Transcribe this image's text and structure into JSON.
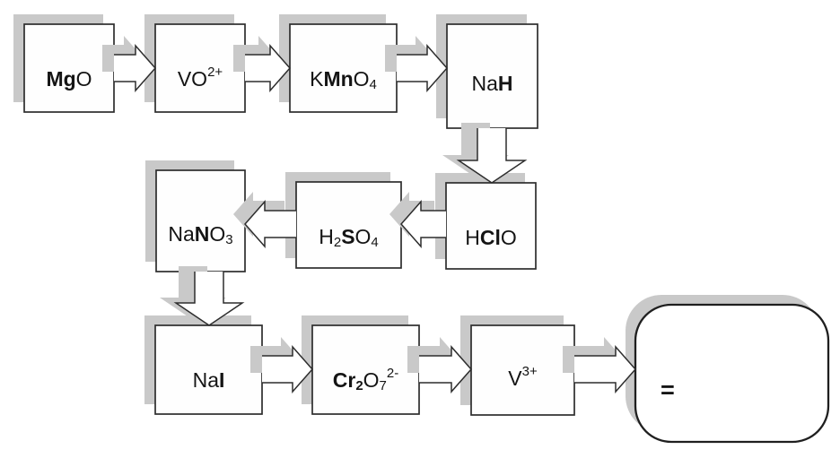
{
  "diagram": {
    "type": "flowchart",
    "nodes": {
      "mgo": {
        "formula": "MgO",
        "segments": [
          {
            "t": "Mg",
            "bold": true
          },
          {
            "t": "O"
          }
        ]
      },
      "vo2": {
        "formula": "VO2+",
        "segments": [
          {
            "t": "VO"
          },
          {
            "t": "2+",
            "script": "sup"
          }
        ]
      },
      "kmno4": {
        "formula": "KMnO4",
        "segments": [
          {
            "t": "K"
          },
          {
            "t": "Mn",
            "bold": true
          },
          {
            "t": "O"
          },
          {
            "t": "4",
            "script": "sub"
          }
        ]
      },
      "nah": {
        "formula": "NaH",
        "segments": [
          {
            "t": "Na"
          },
          {
            "t": "H",
            "bold": true
          }
        ]
      },
      "nano3": {
        "formula": "NaNO3",
        "segments": [
          {
            "t": "Na"
          },
          {
            "t": "N",
            "bold": true
          },
          {
            "t": "O"
          },
          {
            "t": "3",
            "script": "sub"
          }
        ]
      },
      "h2so4": {
        "formula": "H2SO4",
        "segments": [
          {
            "t": "H"
          },
          {
            "t": "2",
            "script": "sub"
          },
          {
            "t": "S",
            "bold": true
          },
          {
            "t": "O"
          },
          {
            "t": "4",
            "script": "sub"
          }
        ]
      },
      "hclo": {
        "formula": "HClO",
        "segments": [
          {
            "t": "H"
          },
          {
            "t": "Cl",
            "bold": true
          },
          {
            "t": "O"
          }
        ]
      },
      "nai": {
        "formula": "NaI",
        "segments": [
          {
            "t": "Na"
          },
          {
            "t": "I",
            "bold": true
          }
        ]
      },
      "cr2o7": {
        "formula": "Cr2O7 2-",
        "segments": [
          {
            "t": "Cr",
            "bold": true
          },
          {
            "t": "2",
            "script": "sub",
            "bold": true
          },
          {
            "t": "O"
          },
          {
            "t": "7",
            "script": "sub"
          },
          {
            "t": "2-",
            "script": "sup"
          }
        ]
      },
      "v3": {
        "formula": "V3+",
        "segments": [
          {
            "t": "V"
          },
          {
            "t": "3+",
            "script": "sup"
          }
        ]
      },
      "result": {
        "formula": "=",
        "segments": [
          {
            "t": "=",
            "bold": true
          }
        ]
      }
    },
    "edges": [
      {
        "from": "MgO",
        "to": "VO2+",
        "direction": "right"
      },
      {
        "from": "VO2+",
        "to": "KMnO4",
        "direction": "right"
      },
      {
        "from": "KMnO4",
        "to": "NaH",
        "direction": "right"
      },
      {
        "from": "NaH",
        "to": "HClO",
        "direction": "down"
      },
      {
        "from": "HClO",
        "to": "H2SO4",
        "direction": "left"
      },
      {
        "from": "H2SO4",
        "to": "NaNO3",
        "direction": "left"
      },
      {
        "from": "NaNO3",
        "to": "NaI",
        "direction": "down"
      },
      {
        "from": "NaI",
        "to": "Cr2O7 2-",
        "direction": "right"
      },
      {
        "from": "Cr2O7 2-",
        "to": "V3+",
        "direction": "right"
      },
      {
        "from": "V3+",
        "to": "result",
        "direction": "right"
      }
    ],
    "style": {
      "shadow_color": "#c9c9c9",
      "box_fill": "#ffffff",
      "box_border": "#2d2d2d",
      "text_color": "#141414"
    }
  }
}
